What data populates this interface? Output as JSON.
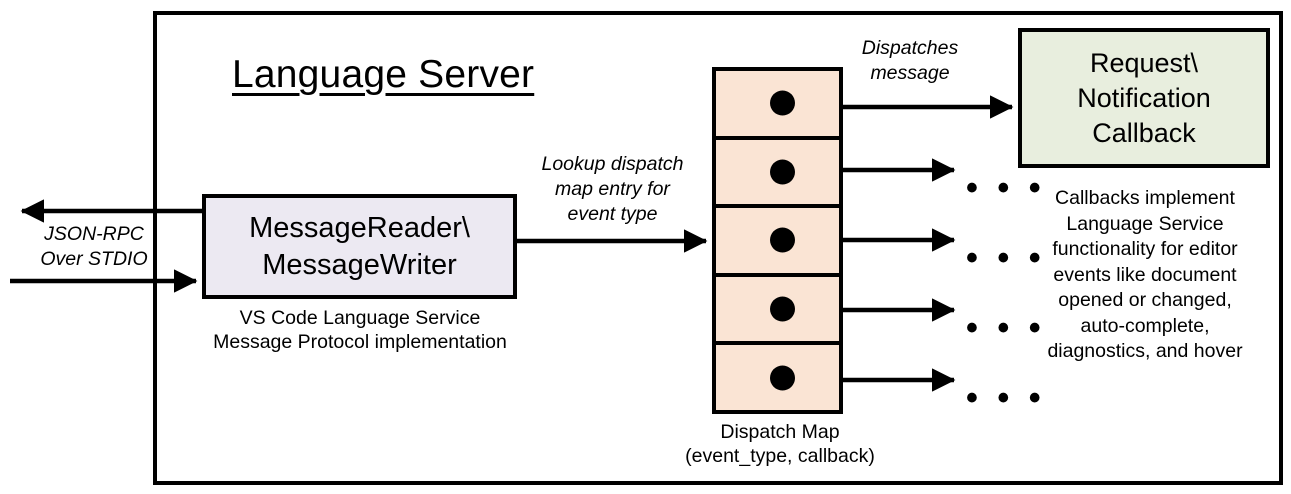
{
  "diagram": {
    "title": "Language Server",
    "colors": {
      "reader_box_fill": "#ece9f2",
      "callback_box_fill": "#e8eede",
      "dispatch_map_fill": "#fae4d4",
      "stroke": "#000000",
      "background": "#ffffff"
    },
    "reader": {
      "line1": "MessageReader\\",
      "line2": "MessageWriter",
      "caption_line1": "VS Code Language Service",
      "caption_line2": "Message Protocol implementation"
    },
    "transport": {
      "label_line1": "JSON-RPC",
      "label_line2": "Over STDIO"
    },
    "lookup": {
      "label_line1": "Lookup dispatch",
      "label_line2": "map entry for",
      "label_line3": "event type"
    },
    "dispatch_map": {
      "caption_line1": "Dispatch Map",
      "caption_line2": "(event_type, callback)",
      "rows": [
        {
          "index": 1,
          "has_dot": true,
          "target": "callback-box"
        },
        {
          "index": 2,
          "has_dot": true,
          "target": "ellipsis"
        },
        {
          "index": 3,
          "has_dot": true,
          "target": "ellipsis"
        },
        {
          "index": 4,
          "has_dot": true,
          "target": "ellipsis"
        },
        {
          "index": 5,
          "has_dot": true,
          "target": "ellipsis"
        }
      ],
      "ellipsis_glyph": "• • •"
    },
    "dispatches": {
      "label_line1": "Dispatches",
      "label_line2": "message"
    },
    "callback": {
      "line1": "Request\\",
      "line2": "Notification",
      "line3": "Callback",
      "caption_line1": "Callbacks implement",
      "caption_line2": "Language Service",
      "caption_line3": "functionality for editor",
      "caption_line4": "events like document",
      "caption_line5": "opened or changed,",
      "caption_line6": "auto-complete,",
      "caption_line7": "diagnostics, and hover"
    }
  }
}
